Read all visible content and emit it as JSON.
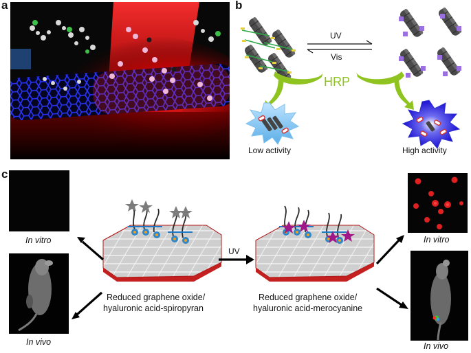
{
  "panels": {
    "a": {
      "letter": "a"
    },
    "b": {
      "letter": "b",
      "uv_label": "UV",
      "vis_label": "Vis",
      "hrp_label": "HRP",
      "low_label": "Low activity",
      "high_label": "High activity"
    },
    "c": {
      "letter": "c",
      "uv_label": "UV",
      "left_caption_1": "Reduced graphene oxide/",
      "left_caption_2": "hyaluronic acid-spiropyran",
      "right_caption_1": "Reduced graphene oxide/",
      "right_caption_2": "hyaluronic acid-merocyanine",
      "in_vitro": "In vitro",
      "in_vivo": "In vivo"
    }
  },
  "colors": {
    "nanotube_blue": "#2430d8",
    "red_glow": "#ff1a1a",
    "hrp_green": "#8fc31f",
    "spiropyran_grey": "#7a7a7a",
    "merocyanine_purple": "#a01888",
    "sheet_grey": "#c9c9c9",
    "sheet_edge": "#c21818"
  }
}
